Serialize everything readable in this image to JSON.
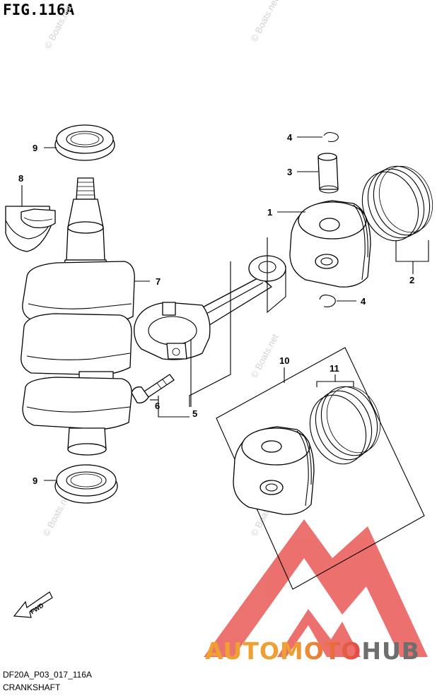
{
  "figure": {
    "title": "FIG.116A",
    "diagram_code": "DF20A_P03_017_116A",
    "diagram_name": "CRANKSHAFT"
  },
  "callouts": [
    {
      "number": "1",
      "part": "piston"
    },
    {
      "number": "2",
      "part": "piston-ring-set"
    },
    {
      "number": "3",
      "part": "piston-pin"
    },
    {
      "number": "4",
      "part": "circlip"
    },
    {
      "number": "4",
      "part": "circlip"
    },
    {
      "number": "5",
      "part": "connecting-rod"
    },
    {
      "number": "6",
      "part": "connecting-rod-bolt"
    },
    {
      "number": "7",
      "part": "crankshaft"
    },
    {
      "number": "8",
      "part": "bearing-shell"
    },
    {
      "number": "9",
      "part": "oil-seal"
    },
    {
      "number": "9",
      "part": "oil-seal"
    },
    {
      "number": "10",
      "part": "piston-oversize"
    },
    {
      "number": "11",
      "part": "piston-ring-set-oversize"
    }
  ],
  "direction_marker": {
    "label": "FWD",
    "icon": "fwd-arrow-icon"
  },
  "watermark": {
    "text": "© Boats.net",
    "color": "#d2d2d2"
  },
  "logo": {
    "part1": "AUTOMOTO",
    "part2": "HUB",
    "color_orange": "#f0a030",
    "color_red": "#e24848",
    "color_gray": "#6e6e6e",
    "mark_color": "#e8534f",
    "icon": "automotohub-logo-icon"
  }
}
